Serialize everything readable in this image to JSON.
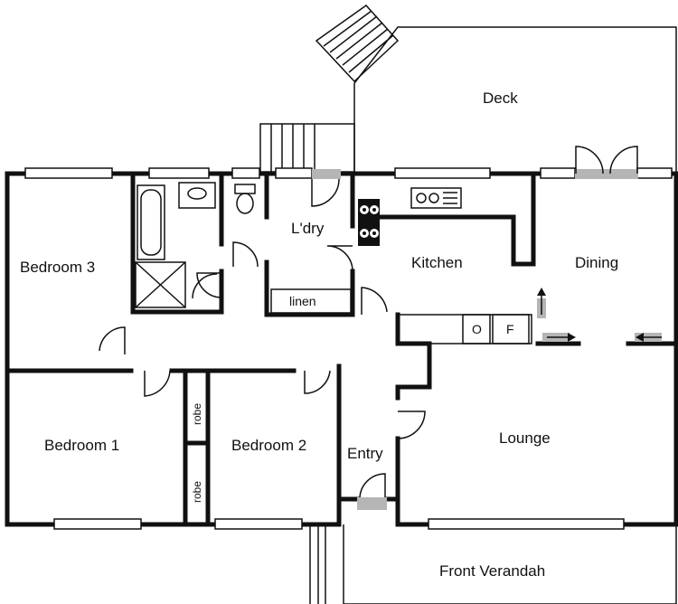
{
  "rooms": {
    "deck": "Deck",
    "bedroom3": "Bedroom 3",
    "laundry": "L'dry",
    "kitchen": "Kitchen",
    "dining": "Dining",
    "linen": "linen",
    "oven": "O",
    "fridge": "F",
    "bedroom1": "Bedroom 1",
    "robe_upper": "robe",
    "robe_lower": "robe",
    "bedroom2": "Bedroom 2",
    "entry": "Entry",
    "lounge": "Lounge",
    "front_verandah": "Front Verandah"
  }
}
